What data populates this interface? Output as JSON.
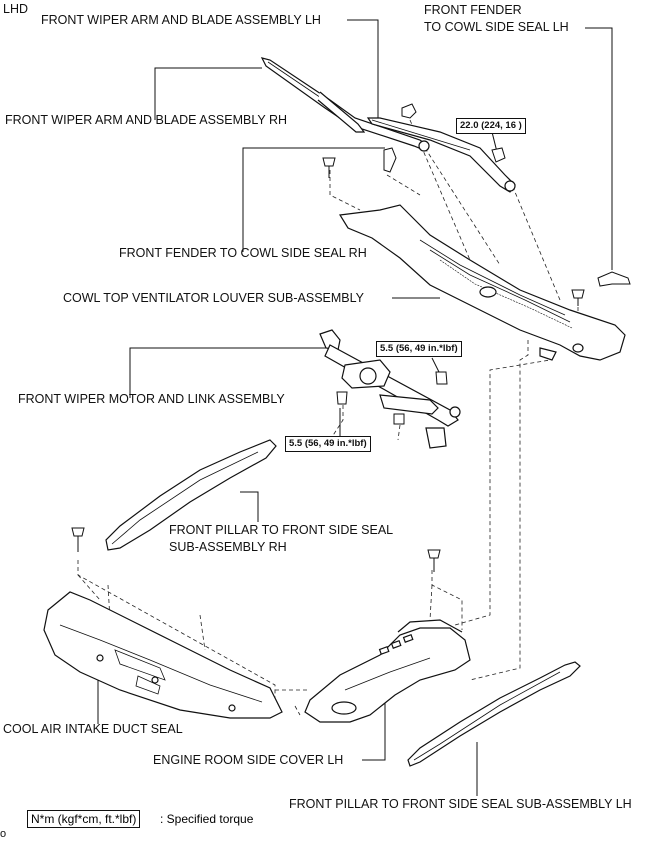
{
  "corner_label": "LHD",
  "footer_mark": "o",
  "labels": {
    "wiper_lh": "FRONT WIPER ARM AND BLADE ASSEMBLY LH",
    "fender_seal_lh_1": "FRONT FENDER",
    "fender_seal_lh_2": "TO COWL SIDE SEAL LH",
    "wiper_rh": "FRONT WIPER ARM  AND BLADE ASSEMBLY RH",
    "fender_seal_rh": "FRONT FENDER TO COWL SIDE SEAL RH",
    "louver": "COWL TOP VENTILATOR LOUVER SUB-ASSEMBLY",
    "motor": "FRONT WIPER MOTOR AND LINK ASSEMBLY",
    "pillar_rh_1": "FRONT PILLAR TO FRONT SIDE SEAL",
    "pillar_rh_2": "SUB-ASSEMBLY RH",
    "duct_seal": "COOL AIR INTAKE DUCT SEAL",
    "side_cover": "ENGINE ROOM SIDE COVER LH",
    "pillar_lh": "FRONT PILLAR TO FRONT SIDE SEAL SUB-ASSEMBLY LH"
  },
  "torques": {
    "wiper_nut": "22.0 (224, 16 )",
    "motor_upper": "5.5 (56, 49 in.*lbf)",
    "motor_lower": "5.5 (56, 49 in.*lbf)"
  },
  "legend": {
    "unit_box": "N*m (kgf*cm, ft.*lbf)",
    "description": ": Specified torque"
  }
}
